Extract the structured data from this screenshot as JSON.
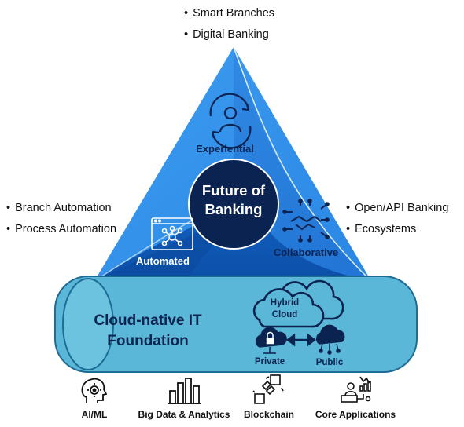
{
  "top_bullets": [
    "Smart Branches",
    "Digital Banking"
  ],
  "left_bullets": [
    "Branch Automation",
    "Process Automation"
  ],
  "right_bullets": [
    "Open/API Banking",
    "Ecosystems"
  ],
  "pyramid": {
    "center_line1": "Future of",
    "center_line2": "Banking",
    "experiential": "Experiential",
    "automated": "Automated",
    "collaborative": "Collaborative"
  },
  "foundation": {
    "title_line1": "Cloud-native IT",
    "title_line2": "Foundation",
    "hybrid_line1": "Hybrid",
    "hybrid_line2": "Cloud",
    "private": "Private",
    "public": "Public"
  },
  "bottom_items": [
    "AI/ML",
    "Big Data & Analytics",
    "Blockchain",
    "Core Applications"
  ],
  "colors": {
    "pyramid_light": "#2f8fe8",
    "pyramid_mid": "#1f6fd0",
    "pyramid_dark": "#0f59b8",
    "center_circle": "#0b2350",
    "foundation_fill": "#5bb7d7",
    "navy_text": "#0b2350"
  },
  "icons": [
    "person-cycle-icon",
    "network-gear-icon",
    "handshake-circuit-icon",
    "cloud-lock-icon",
    "cloud-network-icon",
    "ai-head-icon",
    "bar-chart-icon",
    "blockchain-icon",
    "core-apps-icon"
  ]
}
